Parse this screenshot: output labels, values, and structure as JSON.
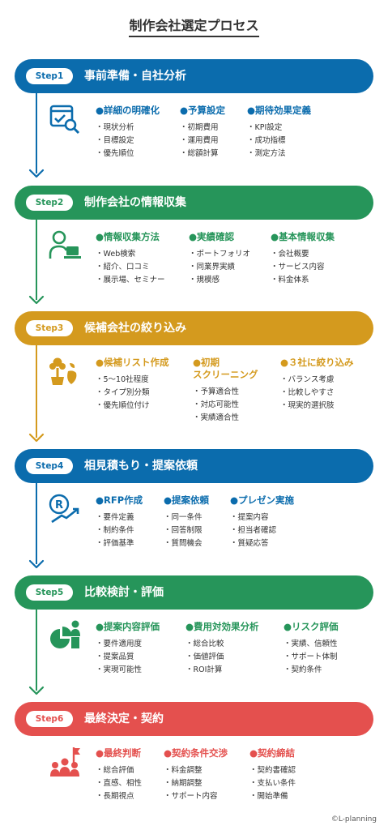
{
  "title": "制作会社選定プロセス",
  "copyright": "©L-planning",
  "steps": [
    {
      "label": "Step1",
      "title": "事前準備・自社分析",
      "color": "#0b6cad",
      "icon": "search-chart-icon",
      "columns": [
        {
          "head": "●詳細の明確化",
          "items": [
            "現状分析",
            "目標設定",
            "優先順位"
          ]
        },
        {
          "head": "●予算設定",
          "items": [
            "初期費用",
            "運用費用",
            "総額計算"
          ]
        },
        {
          "head": "●期待効果定義",
          "items": [
            "KPI設定",
            "成功指標",
            "測定方法"
          ]
        }
      ]
    },
    {
      "label": "Step2",
      "title": "制作会社の情報収集",
      "color": "#26955a",
      "icon": "person-laptop-icon",
      "columns": [
        {
          "head": "●情報収集方法",
          "items": [
            "Web検索",
            "紹介、口コミ",
            "展示場、セミナー"
          ]
        },
        {
          "head": "●実績確認",
          "items": [
            "ポートフォリオ",
            "同業界実績",
            "規模感"
          ]
        },
        {
          "head": "●基本情報収集",
          "items": [
            "会社概要",
            "サービス内容",
            "料金体系"
          ]
        }
      ]
    },
    {
      "label": "Step3",
      "title": "候補会社の絞り込み",
      "color": "#d49a1e",
      "icon": "flower-pot-icon",
      "columns": [
        {
          "head": "●候補リスト作成",
          "items": [
            "5～10社程度",
            "タイプ別分類",
            "優先順位付け"
          ]
        },
        {
          "head": "●初期\nスクリーニング",
          "items": [
            "予算適合性",
            "対応可能性",
            "実績適合性"
          ]
        },
        {
          "head": "●３社に絞り込み",
          "items": [
            "バランス考慮",
            "比較しやすさ",
            "現実的選択肢"
          ]
        }
      ]
    },
    {
      "label": "Step4",
      "title": "相見積もり・提案依頼",
      "color": "#0b6cad",
      "icon": "rfp-growth-icon",
      "columns": [
        {
          "head": "●RFP作成",
          "items": [
            "要件定義",
            "制約条件",
            "評価基準"
          ]
        },
        {
          "head": "●提案依頼",
          "items": [
            "同一条件",
            "回答制限",
            "質問機会"
          ]
        },
        {
          "head": "●プレゼン実施",
          "items": [
            "提案内容",
            "担当者確認",
            "質疑応答"
          ]
        }
      ]
    },
    {
      "label": "Step5",
      "title": "比較検討・評価",
      "color": "#26955a",
      "icon": "pie-chart-person-icon",
      "columns": [
        {
          "head": "●提案内容評価",
          "items": [
            "要件適用度",
            "提案品質",
            "実現可能性"
          ]
        },
        {
          "head": "●費用対効果分析",
          "items": [
            "総合比較",
            "価値評価",
            "ROI計算"
          ]
        },
        {
          "head": "●リスク評価",
          "items": [
            "実績、信頼性",
            "サポート体制",
            "契約条件"
          ]
        }
      ]
    },
    {
      "label": "Step6",
      "title": "最終決定・契約",
      "color": "#e4504e",
      "icon": "team-flag-icon",
      "columns": [
        {
          "head": "●最終判断",
          "items": [
            "総合評価",
            "直感、相性",
            "長期視点"
          ]
        },
        {
          "head": "●契約条件交渉",
          "items": [
            "料金調整",
            "納期調整",
            "サポート内容"
          ]
        },
        {
          "head": "●契約締結",
          "items": [
            "契約書確認",
            "支払い条件",
            "開始準備"
          ]
        }
      ]
    }
  ]
}
